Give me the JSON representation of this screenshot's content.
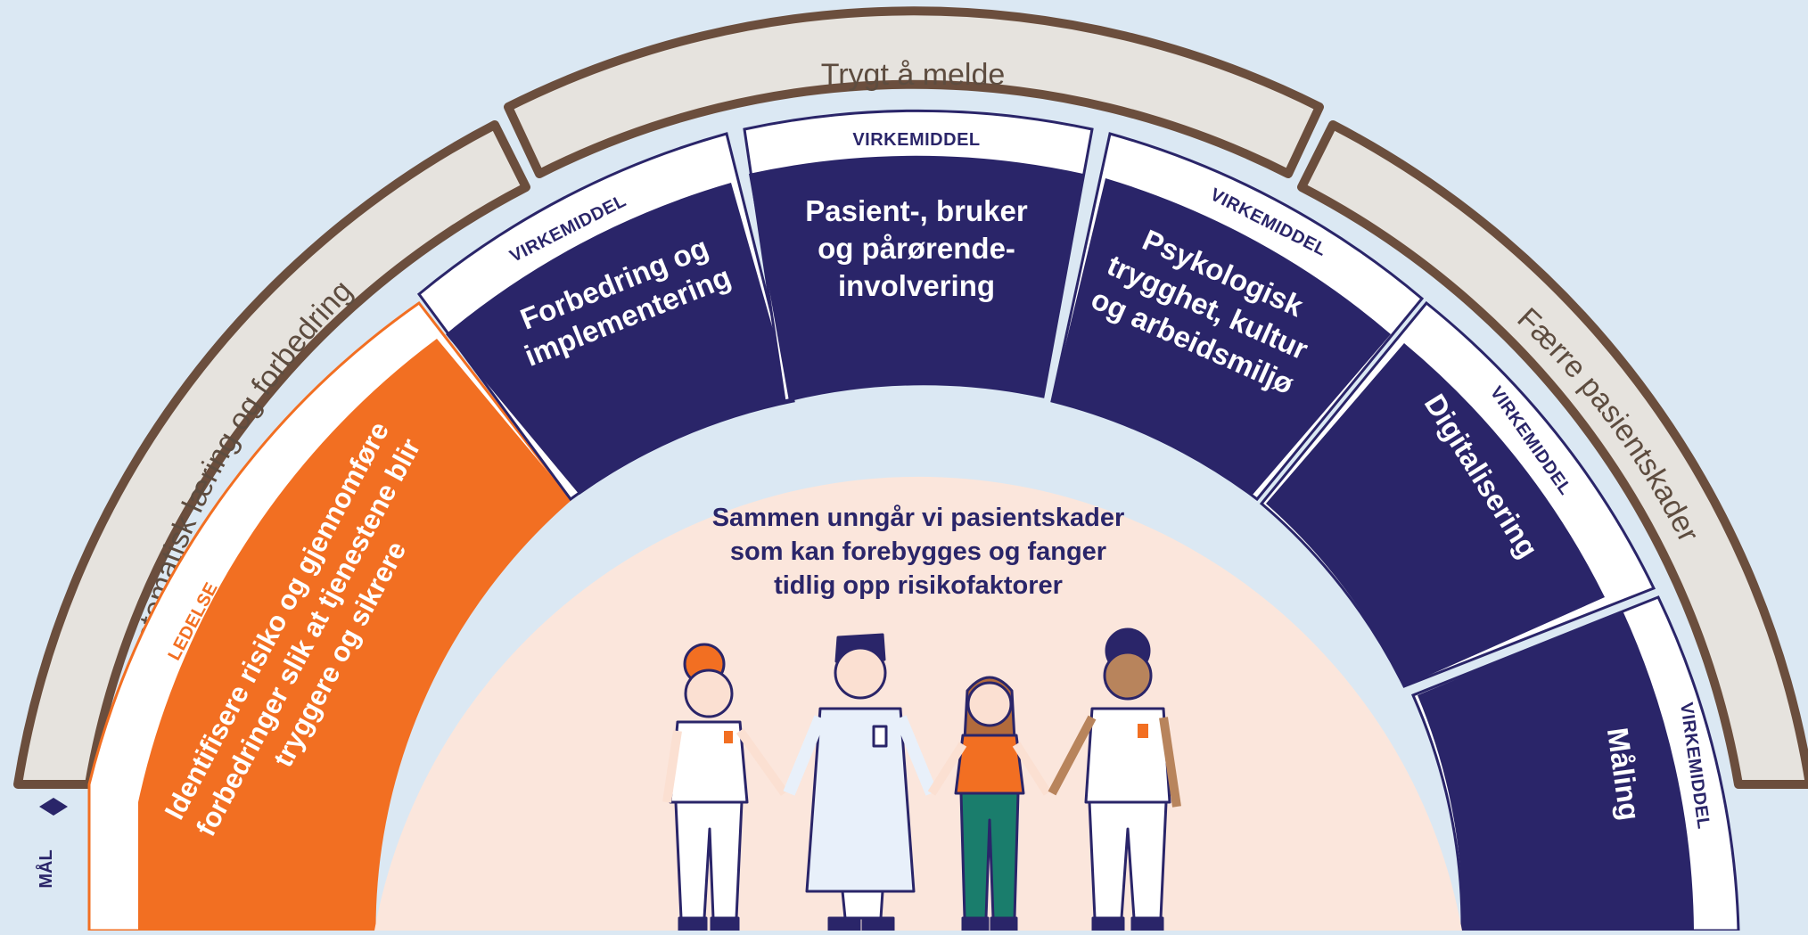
{
  "colors": {
    "background": "#dbe8f3",
    "outer_ring": "#e6e3de",
    "outer_ring_edge": "#6b4e3d",
    "navy": "#2a2569",
    "orange": "#f26f22",
    "center": "#fbe6dc"
  },
  "goal_label": "MÅL",
  "outer_ring": {
    "left": "Systematisk læring og forbedring",
    "top": "Trygt å melde",
    "right": "Færre pasientskader"
  },
  "leadership": {
    "tag": "LEDELSE",
    "text_lines": [
      "Identifisere risiko og gjennomføre",
      "forbedringer slik at tjenestene blir",
      "tryggere og sikrere"
    ]
  },
  "measures": [
    {
      "tag": "VIRKEMIDDEL",
      "lines": [
        "Forbedring og",
        "implementering"
      ]
    },
    {
      "tag": "VIRKEMIDDEL",
      "lines": [
        "Pasient-, bruker",
        "og pårørende-",
        "involvering"
      ]
    },
    {
      "tag": "VIRKEMIDDEL",
      "lines": [
        "Psykologisk",
        "trygghet, kultur",
        "og arbeidsmiljø"
      ]
    },
    {
      "tag": "VIRKEMIDDEL",
      "lines": [
        "Digitalisering"
      ]
    },
    {
      "tag": "VIRKEMIDDEL",
      "lines": [
        "Måling"
      ]
    }
  ],
  "center_text_lines": [
    "Sammen unngår vi pasientskader",
    "som kan forebygges og fanger",
    "tidlig opp risikofaktorer"
  ],
  "illustration": {
    "icon": "people-holding-hands-icon"
  }
}
